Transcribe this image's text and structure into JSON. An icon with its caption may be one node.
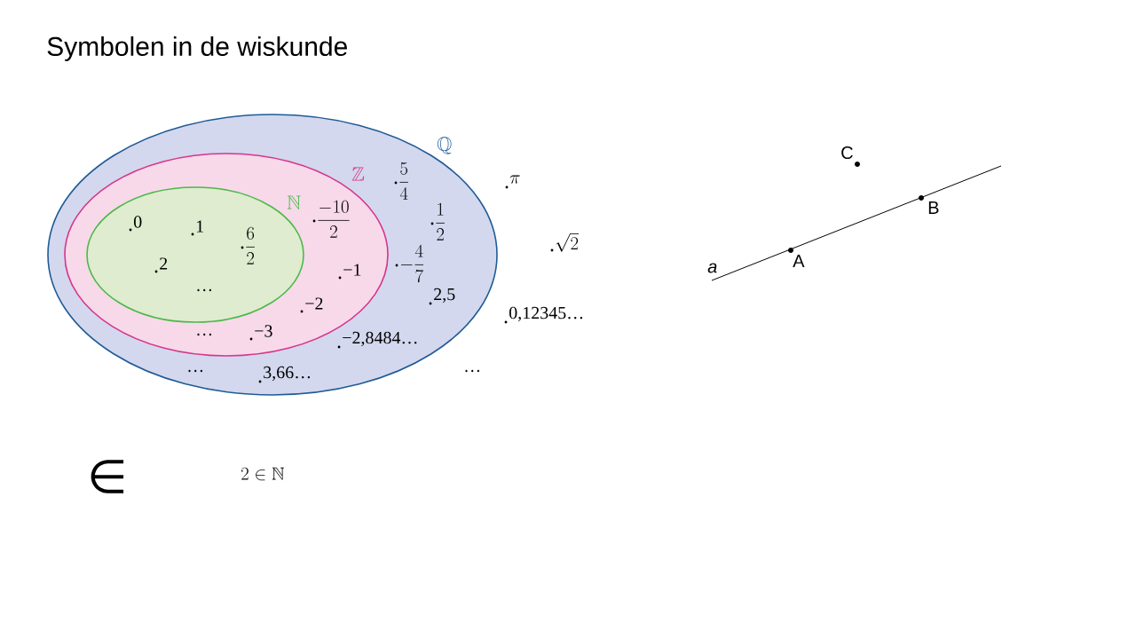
{
  "diagram": {
    "title": "Symbolen in de wiskunde",
    "nodes": [
      {
        "text": [
          "\\mathbb{Q}",
          "\\frac{5}{4}",
          "\\frac{1}{2}",
          "-\\frac{4}{7}",
          "2,5",
          "−2,8484…",
          "…",
          "3,66…"
        ]
      },
      {
        "text": [
          "\\mathbb{Z}",
          "\\frac{-10}{2}",
          "−1",
          "−2",
          "−3",
          "…"
        ],
        "in": 0
      },
      {
        "text": [
          "\\mathbb{N}",
          "0",
          "1",
          "2",
          "\\frac{6}{2}",
          "…"
        ],
        "in": 1
      }
    ],
    "labels": [
      "\\pi",
      "\\sqrt{2}",
      "0,12345…",
      "…",
      "C",
      "B",
      "A",
      "a",
      "∈",
      "2 \\in \\mathbb{N}"
    ]
  }
}
